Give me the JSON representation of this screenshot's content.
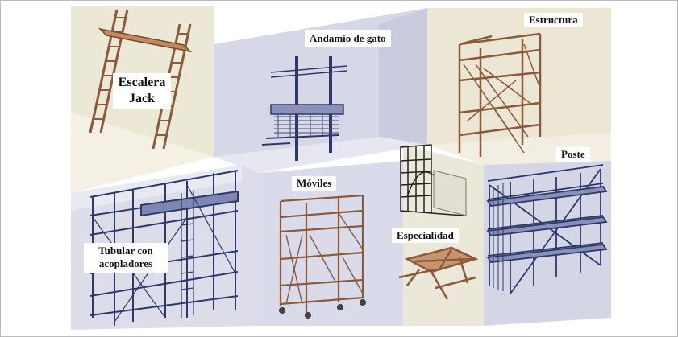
{
  "labels": {
    "escalera_jack": "Escalera Jack",
    "andamio_gato": "Andamio de gato",
    "estructura": "Estructura",
    "poste": "Poste",
    "moviles": "Móviles",
    "especialidad": "Especialidad",
    "tubular": "Tubular con acopladores"
  },
  "colors": {
    "wood": "#8b5a3c",
    "steel_blue": "#2c3a6b",
    "wall_cream": "#ece8d8",
    "wall_lavender": "#d8d9e8",
    "border": "#bbbbbb"
  }
}
